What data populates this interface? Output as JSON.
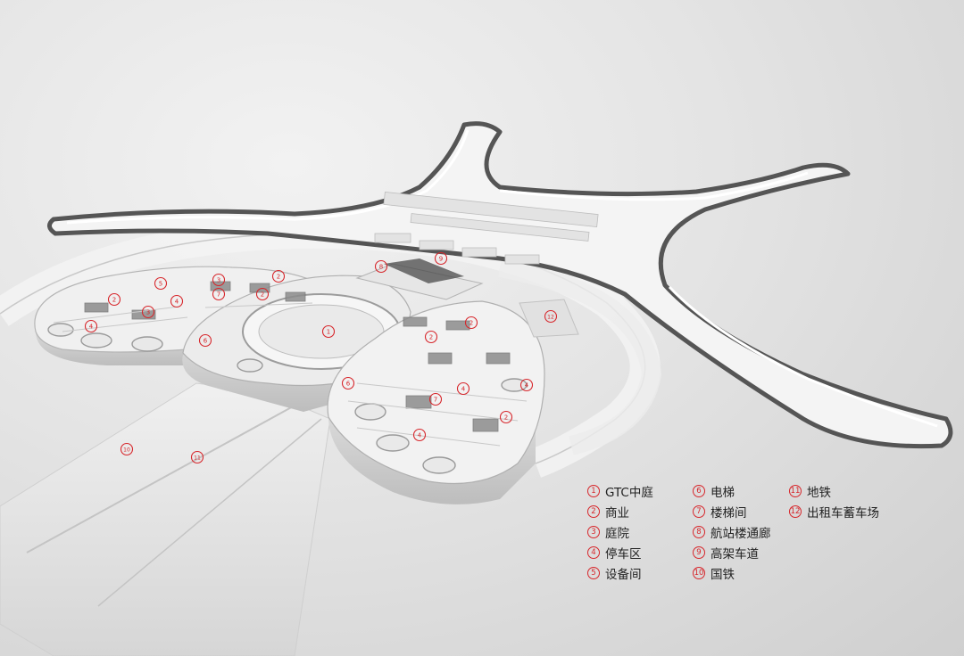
{
  "diagram": {
    "accent_color": "#d7262b",
    "markers": [
      "1",
      "2",
      "3",
      "4",
      "5",
      "6",
      "7",
      "8",
      "9",
      "10",
      "11",
      "12"
    ],
    "legend": [
      {
        "num": "1",
        "label": "GTC中庭"
      },
      {
        "num": "2",
        "label": "商业"
      },
      {
        "num": "3",
        "label": "庭院"
      },
      {
        "num": "4",
        "label": "停车区"
      },
      {
        "num": "5",
        "label": "设备间"
      },
      {
        "num": "6",
        "label": "电梯"
      },
      {
        "num": "7",
        "label": "楼梯间"
      },
      {
        "num": "8",
        "label": "航站楼通廊"
      },
      {
        "num": "9",
        "label": "高架车道"
      },
      {
        "num": "10",
        "label": "国铁"
      },
      {
        "num": "11",
        "label": "地铁"
      },
      {
        "num": "12",
        "label": "出租车蓄车场"
      }
    ]
  }
}
